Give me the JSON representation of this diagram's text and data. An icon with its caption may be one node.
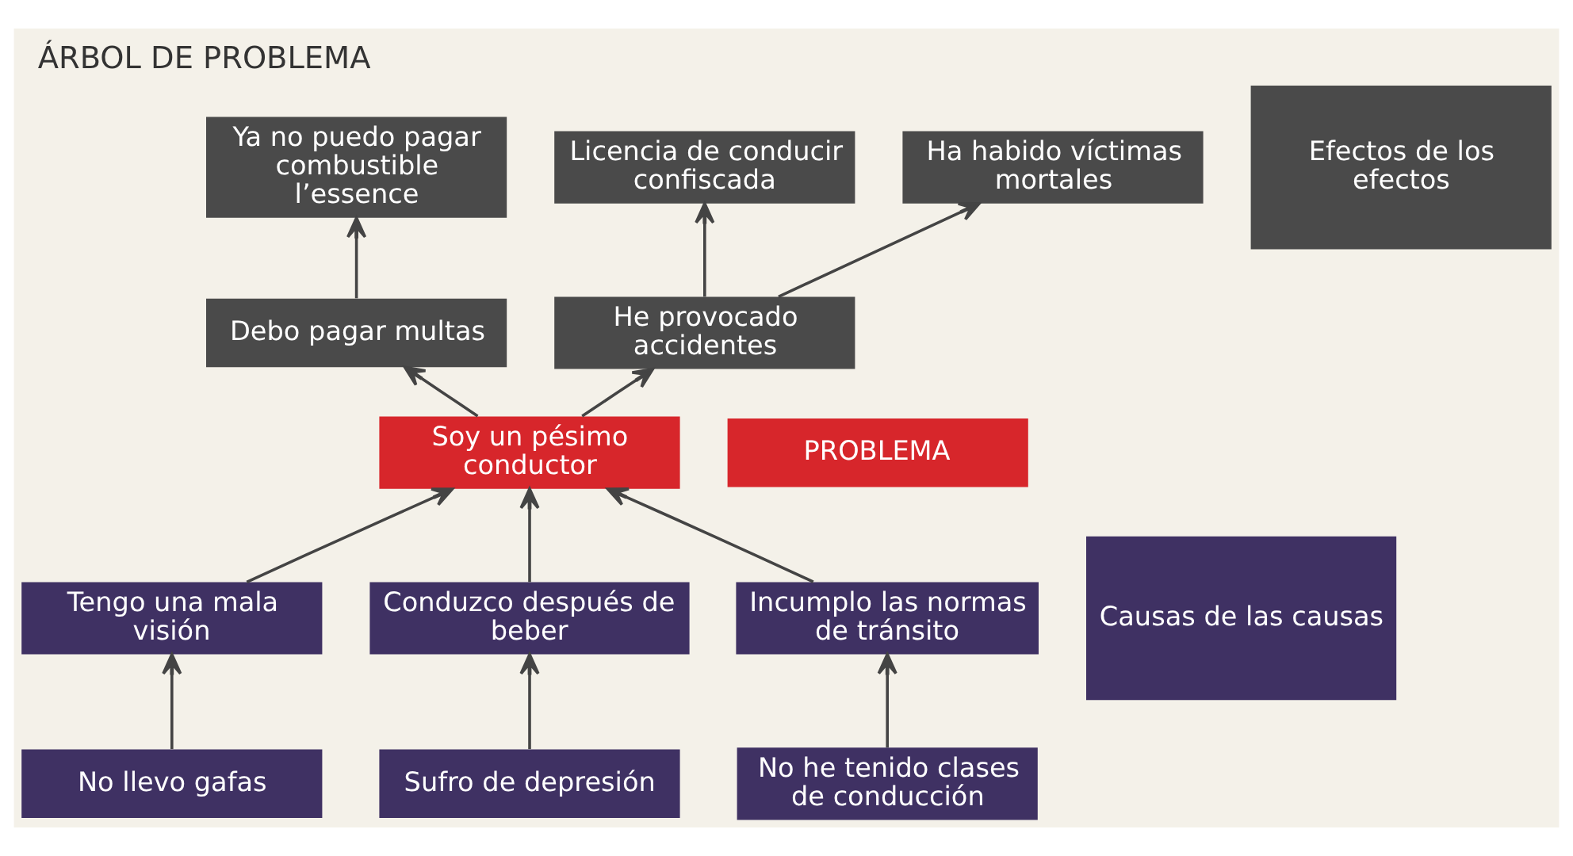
{
  "diagram": {
    "title": "ÁRBOL DE PROBLEMA",
    "nodes": [
      {
        "text": [
          "Ya no puedo pagar combustible l’essence"
        ]
      },
      {
        "text": [
          "Licencia de conducir confiscada"
        ]
      },
      {
        "text": [
          "Ha habido víctimas mortales"
        ]
      },
      {
        "text": [
          "Efectos de los efectos"
        ]
      },
      {
        "text": [
          "Debo pagar multas"
        ]
      },
      {
        "text": [
          "He provocado accidentes"
        ]
      },
      {
        "text": [
          "Soy un pésimo conductor"
        ]
      },
      {
        "text": [
          "PROBLEMA"
        ]
      },
      {
        "text": [
          "Tengo una mala visión"
        ]
      },
      {
        "text": [
          "Conduzco después de beber"
        ]
      },
      {
        "text": [
          "Incumplo las normas de tránsito"
        ]
      },
      {
        "text": [
          "Causas de las causas"
        ]
      },
      {
        "text": [
          "No llevo gafas"
        ]
      },
      {
        "text": [
          "Sufro de depresión"
        ]
      },
      {
        "text": [
          "No he tenido clases de conducción"
        ]
      }
    ],
    "edges": [
      {
        "from": 4,
        "to": 0,
        "arrow": "to"
      },
      {
        "from": 5,
        "to": 1,
        "arrow": "to"
      },
      {
        "from": 5,
        "to": 2,
        "arrow": "to"
      },
      {
        "from": 6,
        "to": 4,
        "arrow": "to"
      },
      {
        "from": 6,
        "to": 5,
        "arrow": "to"
      },
      {
        "from": 8,
        "to": 6,
        "arrow": "to"
      },
      {
        "from": 9,
        "to": 6,
        "arrow": "to"
      },
      {
        "from": 10,
        "to": 6,
        "arrow": "to"
      },
      {
        "from": 12,
        "to": 8,
        "arrow": "to"
      },
      {
        "from": 13,
        "to": 9,
        "arrow": "to"
      },
      {
        "from": 14,
        "to": 10,
        "arrow": "to"
      }
    ]
  }
}
